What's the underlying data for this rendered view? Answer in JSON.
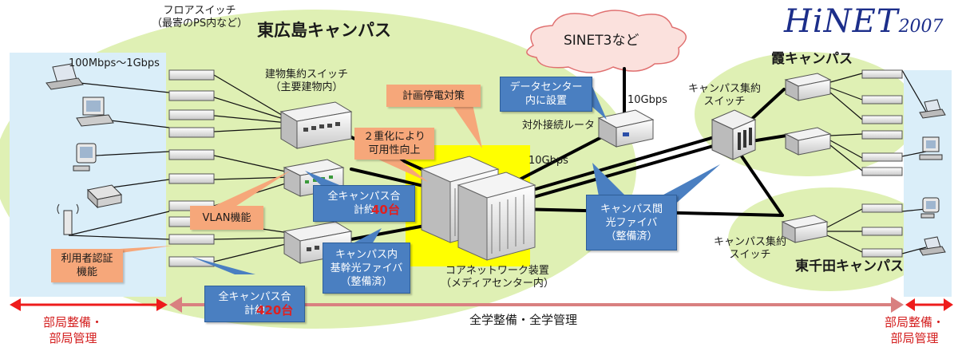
{
  "logo": {
    "main": "HiNET",
    "year": "2007"
  },
  "cloud": {
    "label": "SINET3など"
  },
  "campuses": {
    "higashi_hiroshima": "東広島キャンパス",
    "kasumi": "霞キャンパス",
    "higashi_senda": "東千田キャンパス"
  },
  "labels": {
    "floor_switch": "フロアスイッチ\n（最寄のPS内など）",
    "building_switch": "建物集約スイッチ\n（主要建物内）",
    "speed_edge": "100Mbps～1Gbps",
    "speed_external": "10Gbps",
    "speed_core": "10Gbps",
    "router": "対外接続ルータ",
    "campus_switch_kasumi": "キャンパス集約\nスイッチ",
    "campus_switch_senda": "キャンパス集約\nスイッチ",
    "core_device": "コアネットワーク装置\n（メディアセンター内）"
  },
  "callouts": {
    "datacenter": "データセンター\n内に設置",
    "power": "計画停電対策",
    "redundancy": "２重化により\n可用性向上",
    "vlan": "VLAN機能",
    "auth": "利用者認証\n機能",
    "inter_campus_fiber": "キャンパス間\n光ファイバ\n（整備済）",
    "backbone_fiber": "キャンパス内\n基幹光ファイバ\n（整備済）",
    "total_40_prefix": "全キャンパス合\n計約",
    "total_40_value": "40台",
    "total_420_prefix": "全キャンパス合\n計約",
    "total_420_value": "420台"
  },
  "bottom": {
    "left_scope": "部局整備・\n部局管理",
    "center_scope": "全学整備・全学管理",
    "right_scope": "部局整備・\n部局管理"
  },
  "colors": {
    "campus_green": "#dff0b4",
    "dept_blue": "#daeef9",
    "core_yellow": "#ffff00",
    "callout_blue": "#4a7fc1",
    "callout_orange": "#f6a77a",
    "arrow_red": "#ee1c1c",
    "arrow_pink": "#d98080"
  }
}
